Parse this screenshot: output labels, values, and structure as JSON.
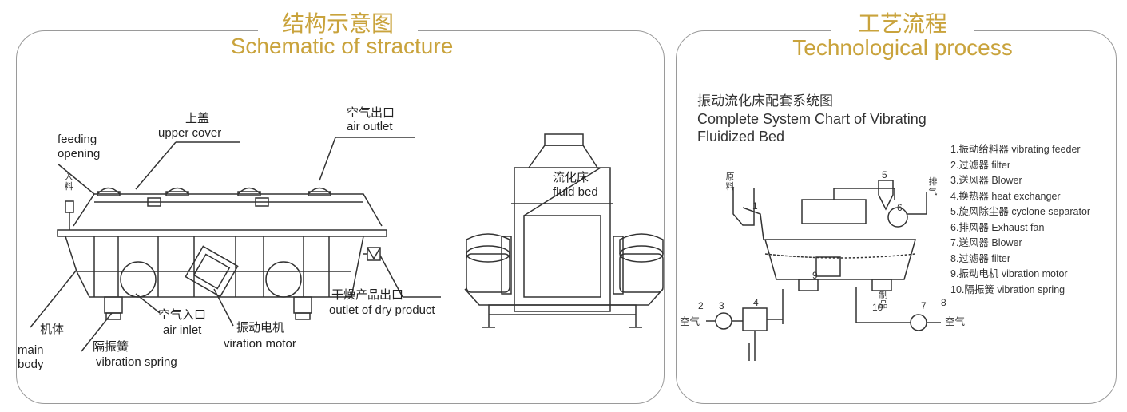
{
  "left": {
    "title_cn": "结构示意图",
    "title_en": "Schematic of stracture",
    "labels": {
      "upper_cover_cn": "上盖",
      "upper_cover_en": "upper cover",
      "air_outlet_cn": "空气出口",
      "air_outlet_en": "air outlet",
      "feeding_opening_1": "feeding",
      "feeding_opening_2": "opening",
      "feed_in_cn": "入料",
      "main_body_cn": "机体",
      "main_body_en_1": "main",
      "main_body_en_2": "body",
      "vibration_spring_cn": "隔振簧",
      "vibration_spring_en": "vibration spring",
      "air_inlet_cn": "空气入口",
      "air_inlet_en": "air inlet",
      "vibration_motor_cn": "振动电机",
      "vibration_motor_en": "viration motor",
      "dry_outlet_cn": "干燥产品出口",
      "dry_outlet_en": "outlet of dry product",
      "fluid_bed_cn": "流化床",
      "fluid_bed_en": "fluid bed"
    }
  },
  "right": {
    "title_cn": "工艺流程",
    "title_en": "Technological process",
    "caption_cn": "振动流化床配套系统图",
    "caption_en_1": "Complete System Chart of Vibrating",
    "caption_en_2": "Fluidized Bed",
    "legend": [
      "1.振动给料器  vibrating feeder",
      "2.过滤器  filter",
      "3.送风器  Blower",
      "4.换热器  heat exchanger",
      "5.旋风除尘器  cyclone separator",
      "6.排风器  Exhaust fan",
      "7.送风器  Blower",
      "8.过滤器  filter",
      "9.振动电机  vibration motor",
      "10.隔振簧  vibration spring"
    ],
    "diagram": {
      "raw_material": "原料",
      "exhaust": "排气",
      "air_left": "空气",
      "air_right": "空气",
      "product": "制品",
      "n1": "1",
      "n2": "2",
      "n3": "3",
      "n4": "4",
      "n5": "5",
      "n6": "6",
      "n7": "7",
      "n8": "8",
      "n9": "9",
      "n10": "10"
    }
  }
}
